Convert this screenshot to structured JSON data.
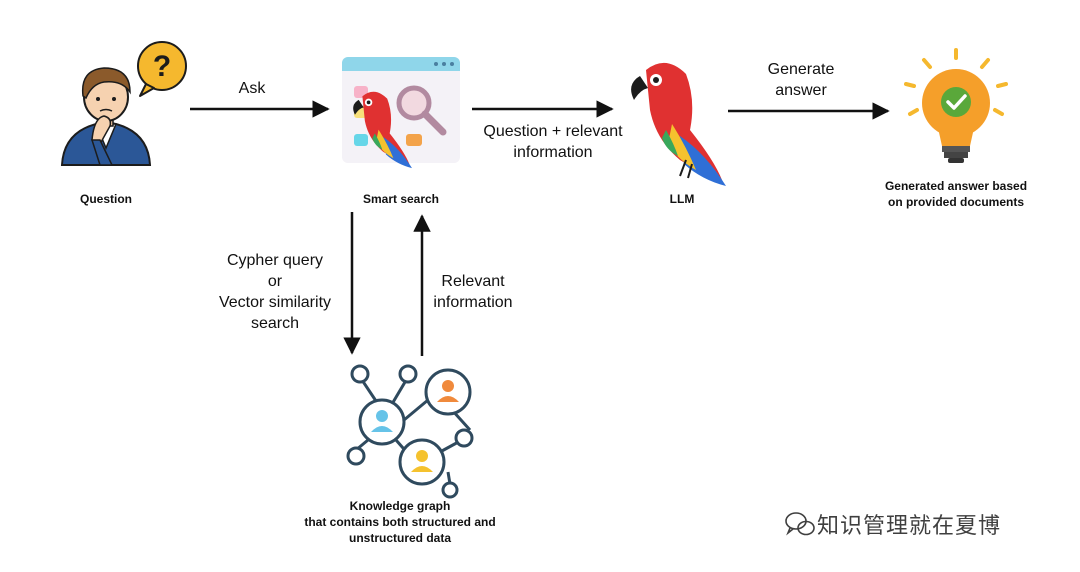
{
  "nodes": {
    "question": "Question",
    "smart_search": "Smart search",
    "llm": "LLM",
    "answer_line1": "Generated answer based",
    "answer_line2": "on provided documents",
    "kg_line1": "Knowledge graph",
    "kg_line2": "that contains both structured and",
    "kg_line3": "unstructured data"
  },
  "edges": {
    "ask": "Ask",
    "question_relevant_line1": "Question + relevant",
    "question_relevant_line2": "information",
    "generate_line1": "Generate",
    "generate_line2": "answer",
    "cypher_line1": "Cypher query",
    "cypher_line2": "or",
    "cypher_line3": "Vector similarity",
    "cypher_line4": "search",
    "relevant_line1": "Relevant",
    "relevant_line2": "information"
  },
  "watermark": {
    "text": "知识管理就在夏博",
    "icon": "wechat-icon"
  },
  "colors": {
    "arrow": "#111111",
    "parrot_red": "#e03131",
    "bulb_orange": "#f59f2a",
    "check_green": "#5aa83a",
    "person_shirt": "#2b5797",
    "graph_node": "#2f4a5e"
  }
}
